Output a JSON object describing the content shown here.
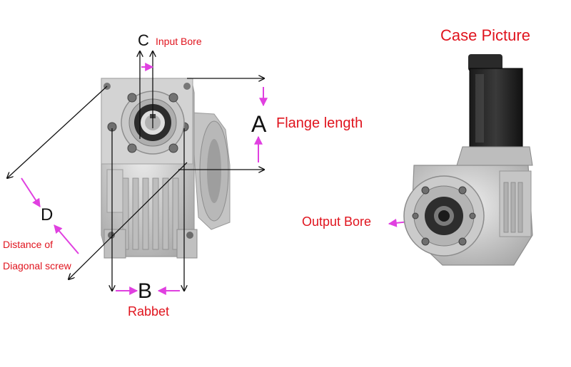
{
  "figure": {
    "letters": {
      "a": "A",
      "b": "B",
      "c": "C",
      "d": "D"
    },
    "labels": {
      "input_bore": "Input Bore",
      "flange_length": "Flange length",
      "rabbet": "Rabbet",
      "distance_line1": "Distance of",
      "distance_line2": "Diagonal screw",
      "case_picture": "Case Picture",
      "output_bore": "Output Bore"
    },
    "colors": {
      "label_red": "#e0141e",
      "arrow_magenta": "#e040e0",
      "dimension_black": "#111111"
    }
  }
}
